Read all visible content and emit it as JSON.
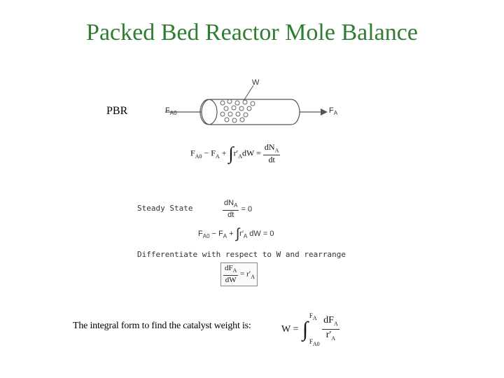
{
  "title": "Packed Bed Reactor Mole Balance",
  "pbr_label": "PBR",
  "diagram": {
    "feed_label": "F",
    "feed_sub": "A0",
    "exit_label": "F",
    "exit_sub": "A",
    "catalyst_label": "W"
  },
  "eq1": {
    "lhs": "F",
    "lhs_sub": "A0",
    "minus": " − F",
    "minus_sub": "A",
    "plus": " + ",
    "integrand": "r′",
    "integrand_sub": "A",
    "dw": "dW = ",
    "num": "dN",
    "num_sub": "A",
    "den": "dt"
  },
  "steady_state": {
    "label": "Steady State",
    "num": "dN",
    "num_sub": "A",
    "den": "dt",
    "rhs": " = 0"
  },
  "eq2": {
    "text_a": "F",
    "sub_a": "A0",
    "text_b": " − F",
    "sub_b": "A",
    "text_c": " + ",
    "text_d": "r′",
    "sub_d": "A",
    "text_e": " dW = 0"
  },
  "differentiate_label": "Differentiate with respect to W and rearrange",
  "eq3": {
    "num": "dF",
    "num_sub": "A",
    "den": "dW",
    "rhs": " = r′",
    "rhs_sub": "A"
  },
  "bottom": {
    "label": "The integral form to find the catalyst weight is:",
    "w": "W =",
    "upper": "F",
    "upper_sub": "A",
    "lower": "F",
    "lower_sub": "A0",
    "num": "dF",
    "num_sub": "A",
    "den": "r′",
    "den_sub": "A"
  }
}
